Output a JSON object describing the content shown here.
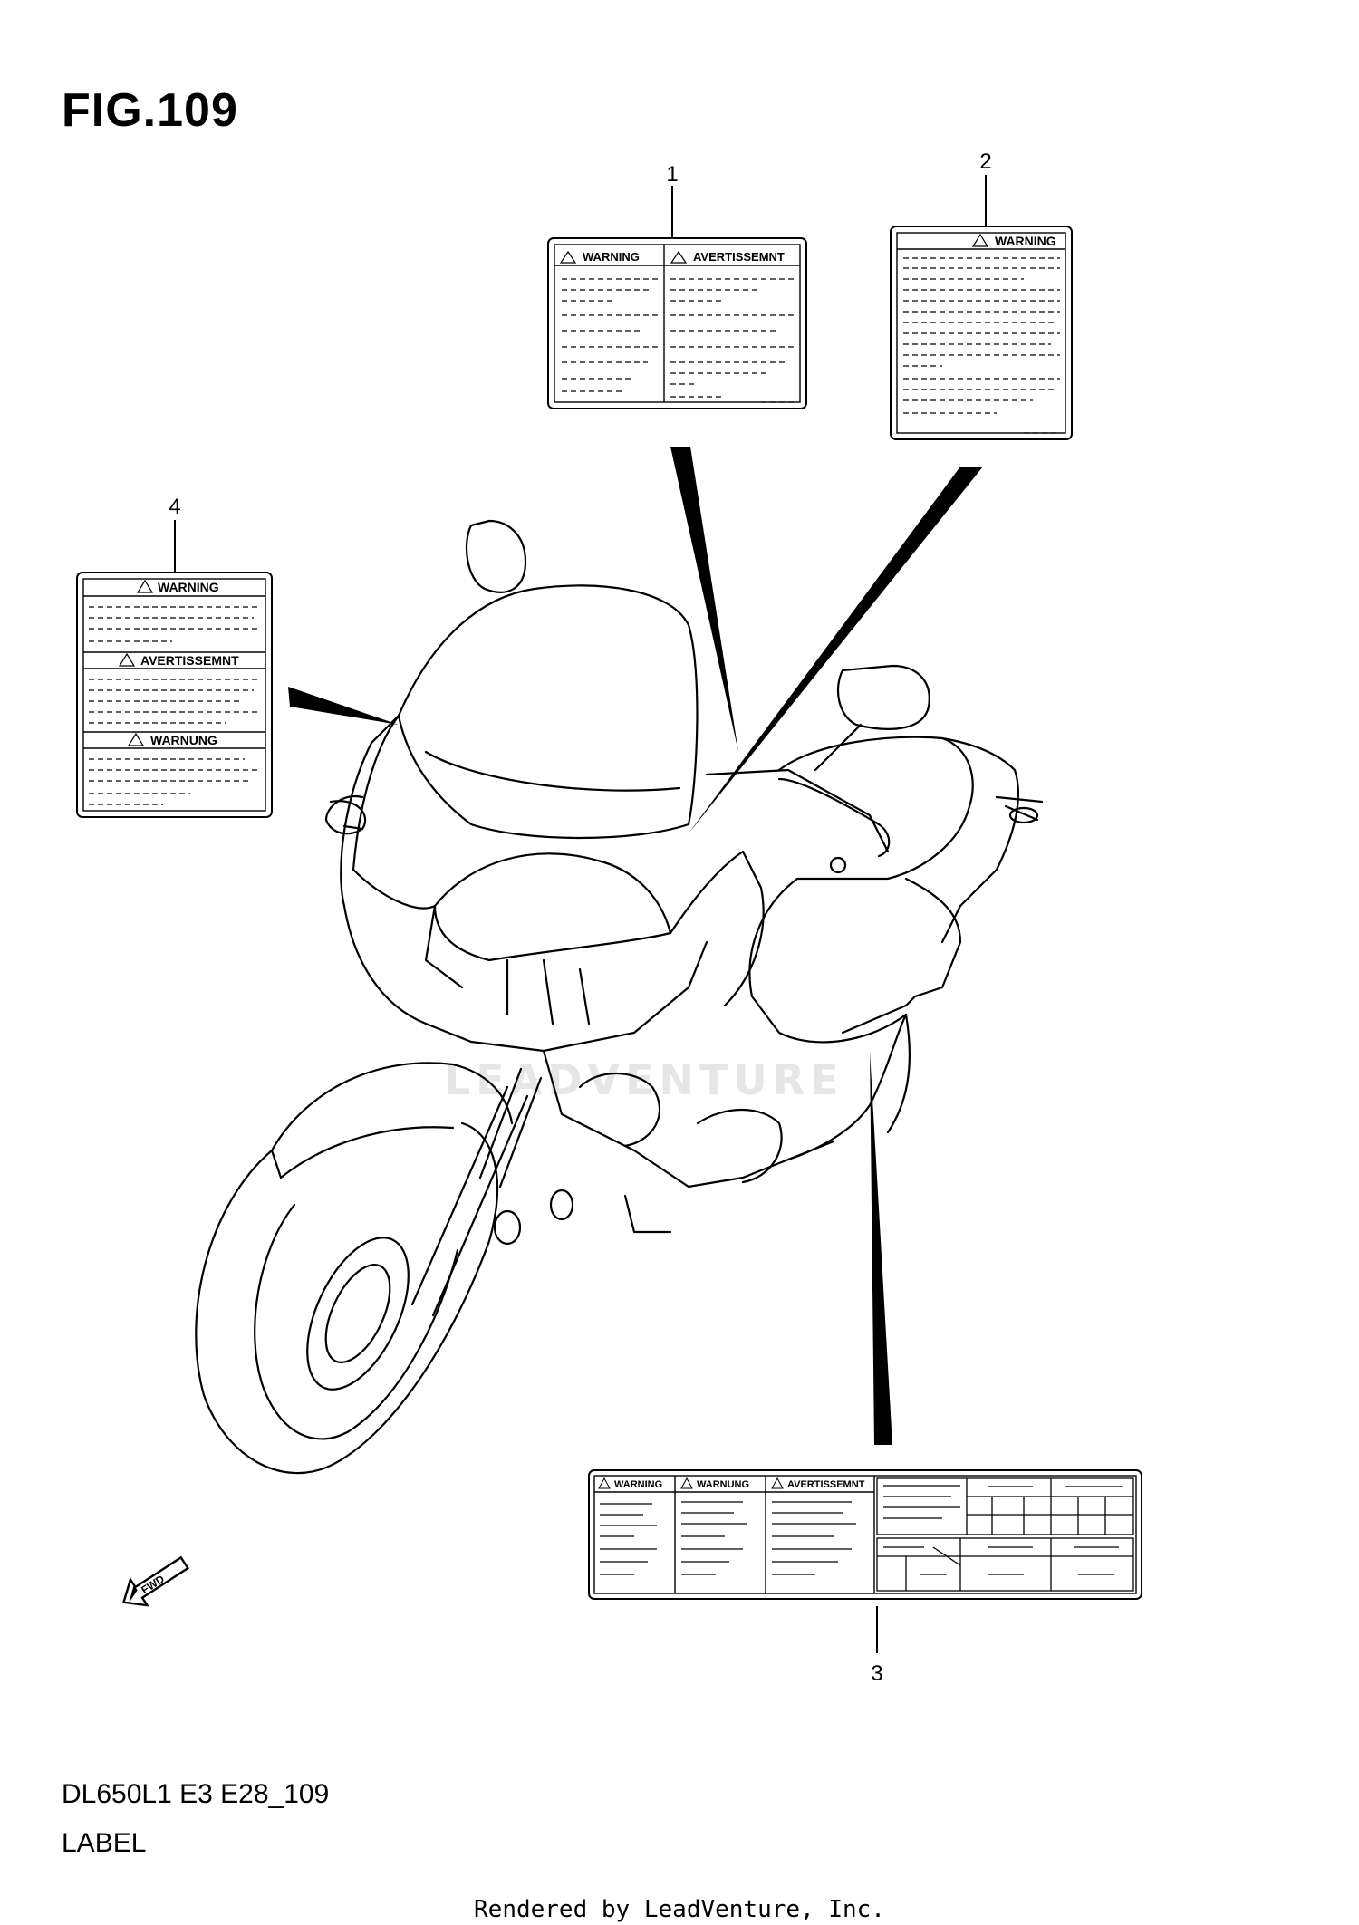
{
  "figure": {
    "title": "FIG.109",
    "model_code": "DL650L1 E3 E28_109",
    "section_name": "LABEL",
    "rendered_by": "Rendered by LeadVenture, Inc.",
    "watermark": "LEADVENTURE"
  },
  "callouts": [
    {
      "number": "1",
      "part": "label-warning-bilingual"
    },
    {
      "number": "2",
      "part": "label-warning"
    },
    {
      "number": "3",
      "part": "label-info-panel"
    },
    {
      "number": "4",
      "part": "label-warning-trilingual"
    }
  ],
  "labels": {
    "label1": {
      "headers": [
        "WARNING",
        "AVERTISSEMNT"
      ]
    },
    "label2": {
      "headers": [
        "WARNING"
      ]
    },
    "label3": {
      "headers": [
        "WARNING",
        "WARNUNG",
        "AVERTISSEMNT"
      ]
    },
    "label4": {
      "headers": [
        "WARNING",
        "AVERTISSEMNT",
        "WARNUNG"
      ]
    }
  },
  "direction_arrow": {
    "text": "FWD"
  },
  "colors": {
    "ink": "#000000",
    "watermark": "#e6e6e6"
  }
}
